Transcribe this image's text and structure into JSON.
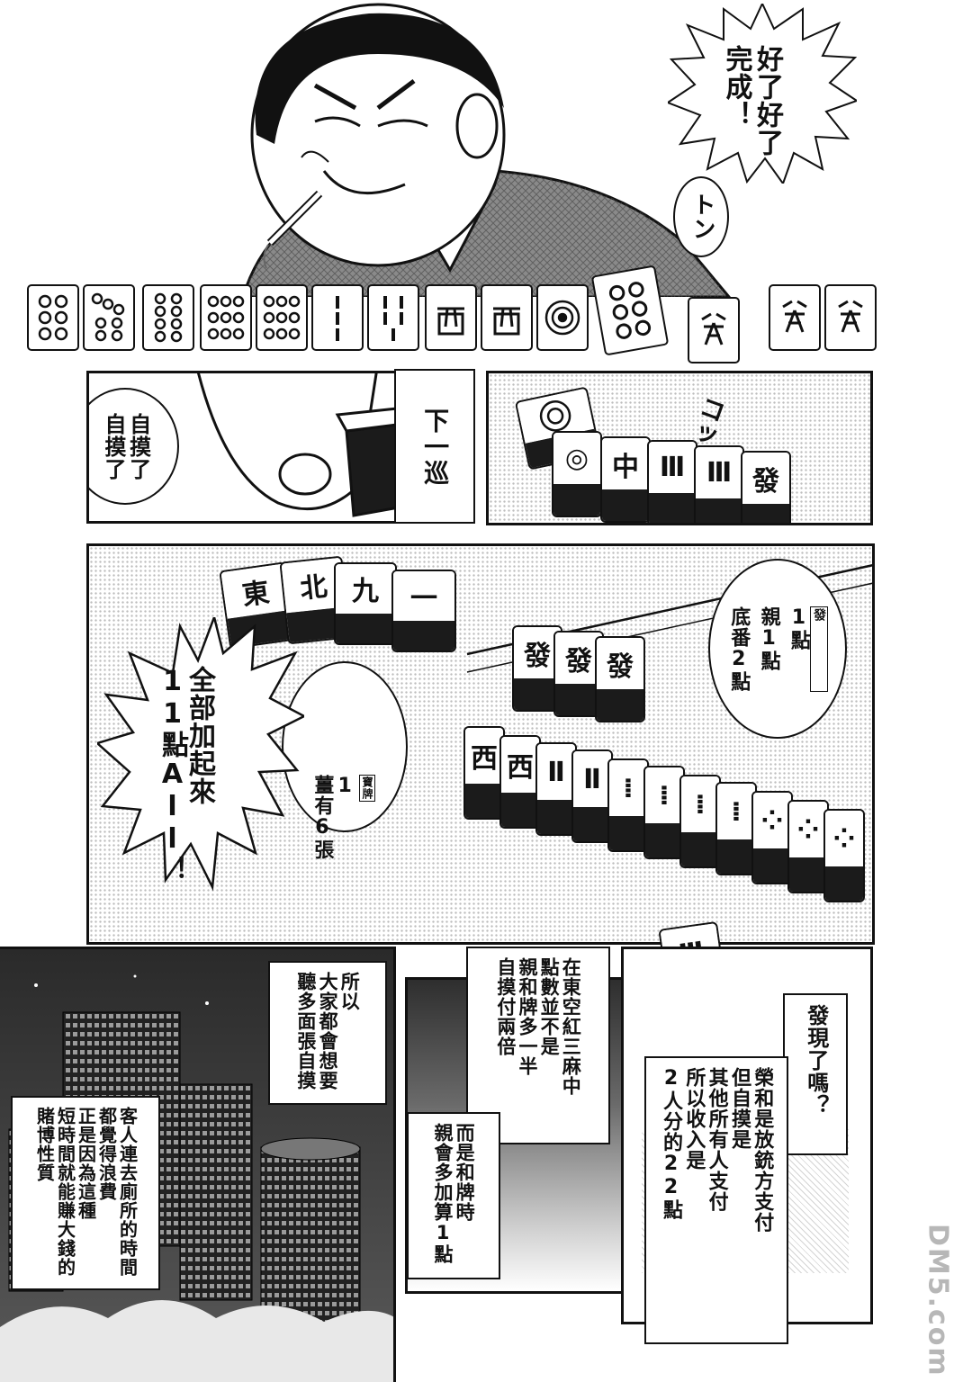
{
  "page": {
    "top_bubble": "好了好了\n完成！",
    "sfx_ton": "トン",
    "sfx_ko": "コッ",
    "caption_next_round": "下一巡",
    "bubble_tsumo": "自摸了\n自摸了",
    "bubble_hatsu_label": "發",
    "bubble_hatsu_line1": "1點",
    "bubble_hatsu_line2": "親1點",
    "bubble_hatsu_line3": "底番2點",
    "bubble_dora_label": "寶牌",
    "bubble_dora_line1": "1",
    "bubble_dora_line2": "薑有6張",
    "burst_total": "全部加起來\n11點All！",
    "caption_multi_wait": "所以\n大家都會想要\n聽多面張自摸",
    "caption_toilet": "客人連去廁所的時間\n都覺得浪費\n正是因為這種\n短時間就能賺大錢的\n賭博性質",
    "caption_east": "在東空紅三麻中\n點數並不是\n親和牌多一半\n自摸付兩倍",
    "caption_dealer": "而是和牌時\n親會多加算1點",
    "bubble_notice": "發現了嗎？",
    "caption_ron": "榮和是放銃方支付\n但自摸是\n其他所有人支付\n所以收入是\n2人分的22點",
    "watermark": "DM5.com"
  },
  "colors": {
    "ink": "#111111",
    "paper": "#ffffff",
    "screen": "#bdbdbd",
    "watermark": "#b7b7b7"
  },
  "icons": [
    "pin-tile-icon",
    "bamboo-tile-icon",
    "west-tile-icon",
    "green-dragon-tile-icon",
    "circle-one-tile-icon"
  ]
}
